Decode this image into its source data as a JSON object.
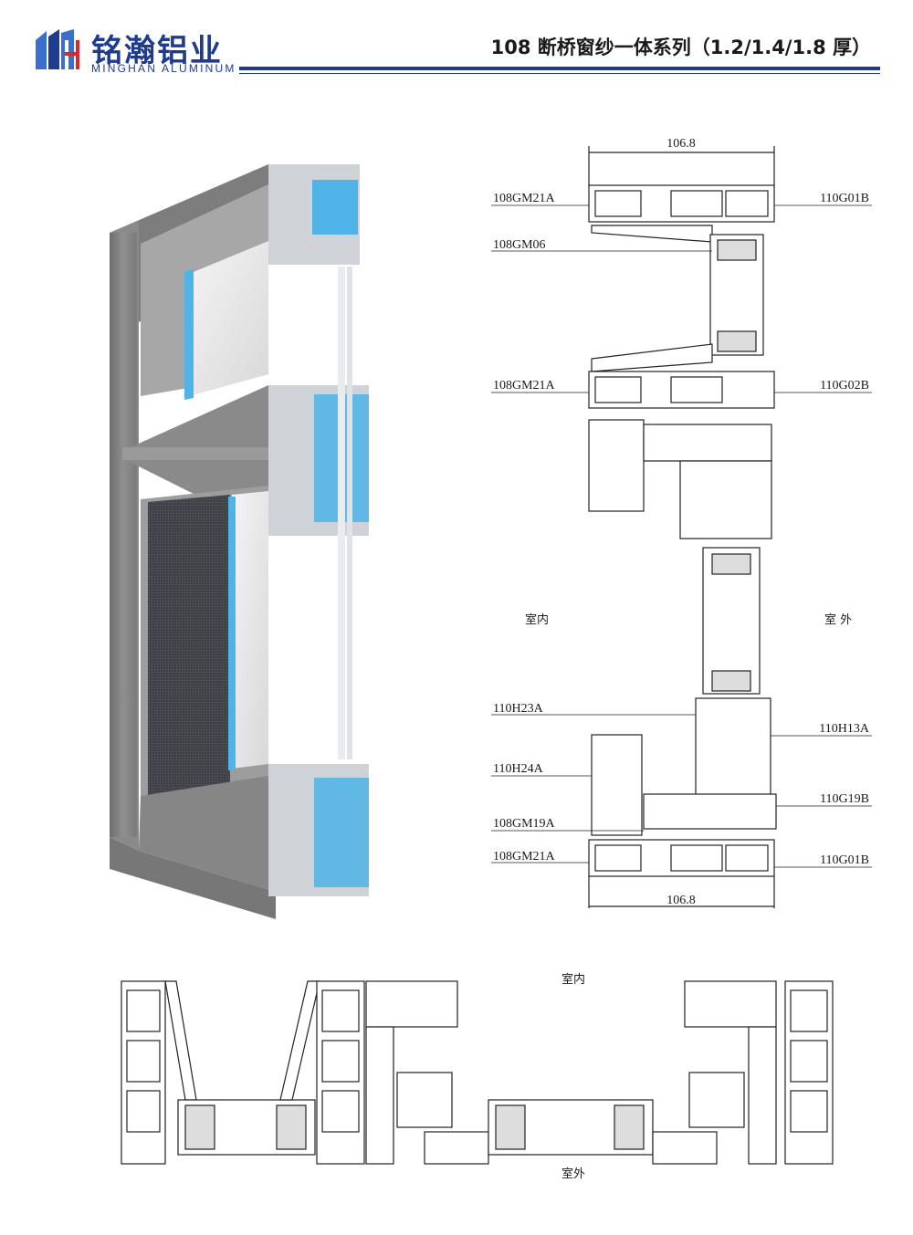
{
  "header": {
    "brand_cn": "铭瀚铝业",
    "brand_en": "MINGHAN ALUMINUM",
    "title": "108 断桥窗纱一体系列（1.2/1.4/1.8 厚）"
  },
  "logo": {
    "icon": "brand-logo-mark",
    "colors": [
      "#1f3b8f",
      "#3a6fd0",
      "#e0262c"
    ]
  },
  "colors": {
    "brand_blue": "#1f3b8f",
    "thermal_break_blue": "#4fb3e8",
    "aluminium_grey": "#8c8c8c"
  },
  "section_vertical": {
    "dimension_top": "106.8",
    "dimension_bottom": "106.8",
    "side_inside": "室内",
    "side_outside": "室 外",
    "labels_left": [
      "108GM21A",
      "108GM06",
      "108GM21A",
      "110H23A",
      "110H24A",
      "108GM19A",
      "108GM21A"
    ],
    "labels_right": [
      "110G01B",
      "110G02B",
      "110H13A",
      "110G19B",
      "110G01B"
    ]
  },
  "section_horizontal": {
    "side_inside": "室内",
    "side_outside": "室外"
  }
}
